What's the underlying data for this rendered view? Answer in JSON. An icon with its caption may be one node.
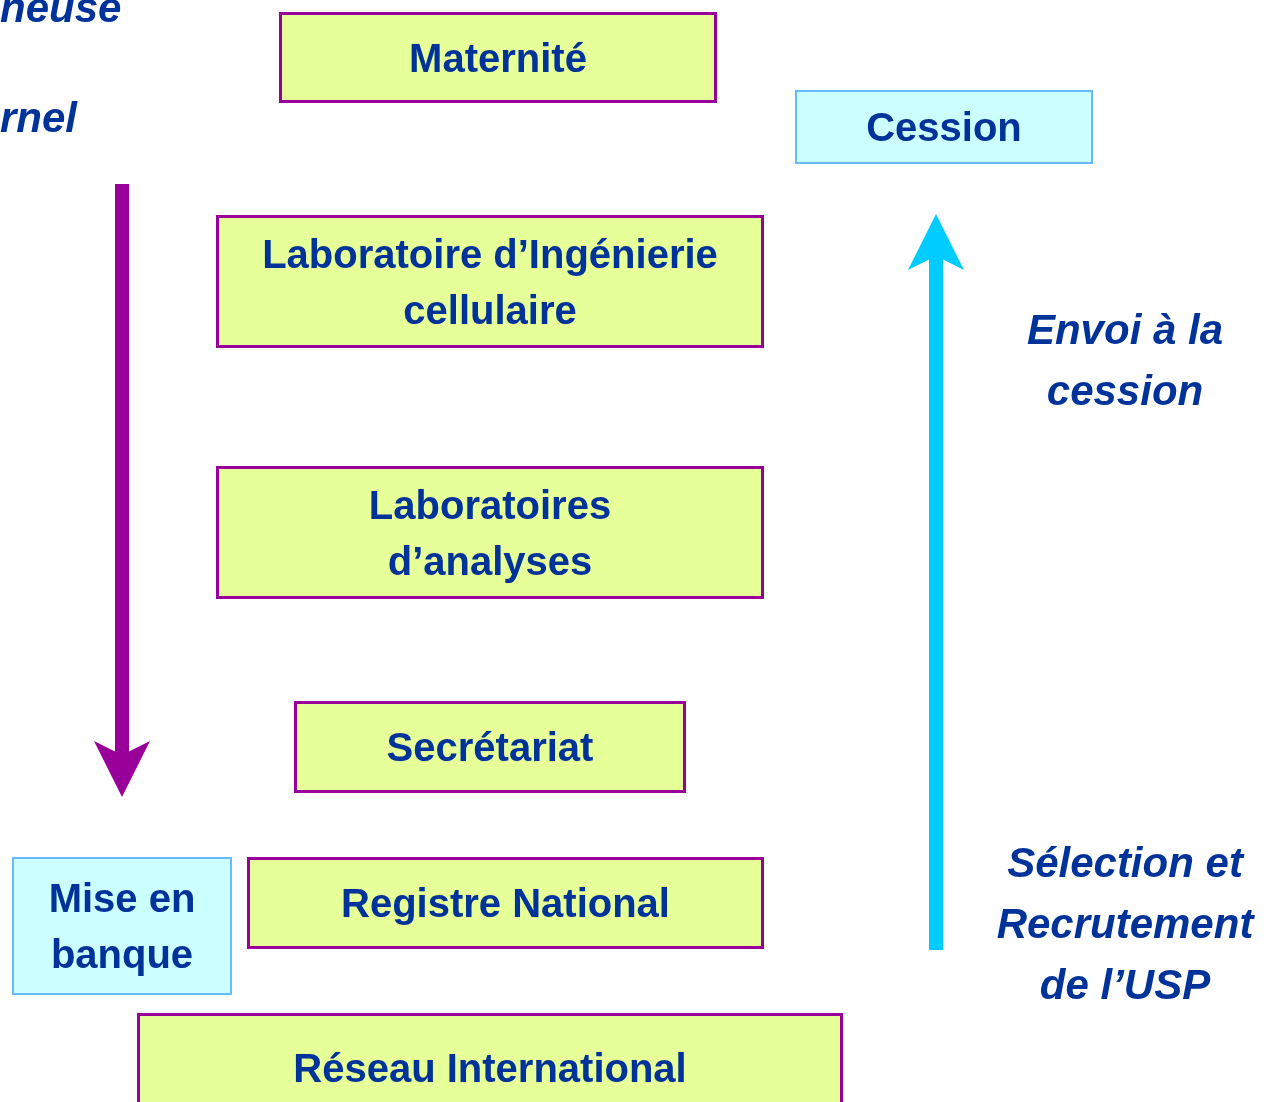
{
  "diagram": {
    "nodes": [
      {
        "text": [
          "Maternité"
        ]
      },
      {
        "text": [
          "Cession"
        ]
      },
      {
        "text": [
          "Laboratoire d’Ingénierie cellulaire"
        ]
      },
      {
        "text": [
          "Laboratoires d’analyses"
        ]
      },
      {
        "text": [
          "Secrétariat"
        ]
      },
      {
        "text": [
          "Mise en banque"
        ]
      },
      {
        "text": [
          "Registre National"
        ]
      },
      {
        "text": [
          "Réseau International"
        ]
      }
    ],
    "edges": [
      {
        "from": null,
        "to": 5,
        "arrow": "to",
        "color": "#990099"
      },
      {
        "from": null,
        "to": 1,
        "arrow": "to",
        "color": "#00ccff"
      }
    ],
    "labels": [
      "neuse",
      "rnel",
      "Envoi à la cession",
      "Sélection et Recrutement de l’USP"
    ]
  }
}
